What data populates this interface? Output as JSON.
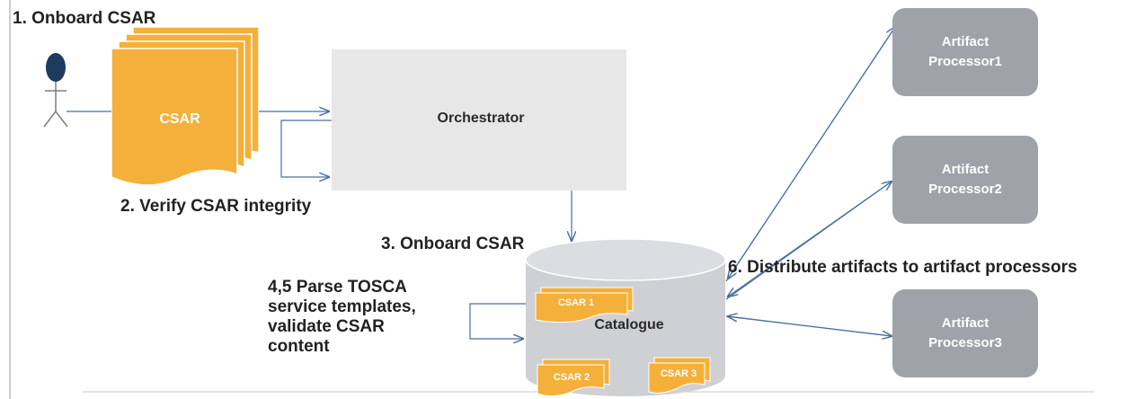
{
  "steps": {
    "step1": "1. Onboard CSAR",
    "step2": "2. Verify CSAR integrity",
    "step3": "3. Onboard CSAR",
    "step45": [
      "4,5 Parse TOSCA",
      "service templates,",
      "validate CSAR",
      "content"
    ],
    "step6": "6. Distribute artifacts to artifact processors"
  },
  "nodes": {
    "csar": "CSAR",
    "orchestrator": "Orchestrator",
    "catalogue": "Catalogue",
    "catalogue_items": [
      "CSAR 1",
      "CSAR 2",
      "CSAR 3"
    ],
    "processors": [
      [
        "Artifact",
        "Processor1"
      ],
      [
        "Artifact",
        "Processor2"
      ],
      [
        "Artifact",
        "Processor3"
      ]
    ]
  },
  "colors": {
    "csar": "#f4b03a",
    "orchestrator": "#e7e7e7",
    "catalogue": "#cfd0d4",
    "processor": "#9fa3a9",
    "arrow": "#4a6ea3",
    "actor": "#1e3a5c"
  }
}
